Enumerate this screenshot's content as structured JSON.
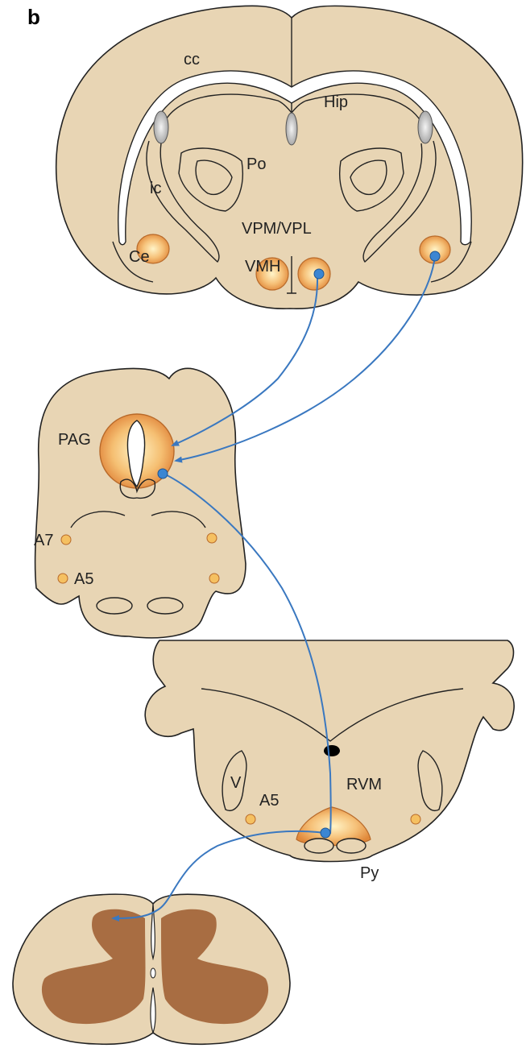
{
  "panel_label": "b",
  "brain_section": {
    "labels": {
      "cc": "cc",
      "hip": "Hip",
      "po": "Po",
      "ic": "ic",
      "vpm_vpl": "VPM/VPL",
      "ce": "Ce",
      "vmh": "VMH"
    }
  },
  "midbrain_section": {
    "labels": {
      "pag": "PAG",
      "a7": "A7",
      "a5": "A5"
    }
  },
  "medulla_section": {
    "labels": {
      "v": "V",
      "a5": "A5",
      "rvm": "RVM",
      "py": "Py"
    }
  },
  "colors": {
    "tissue": "#e8d5b4",
    "nucleus_center": "#fff4c8",
    "nucleus_edge": "#e08a3c",
    "grey_matter": "#a86d42",
    "pathway": "#3a78c0"
  }
}
